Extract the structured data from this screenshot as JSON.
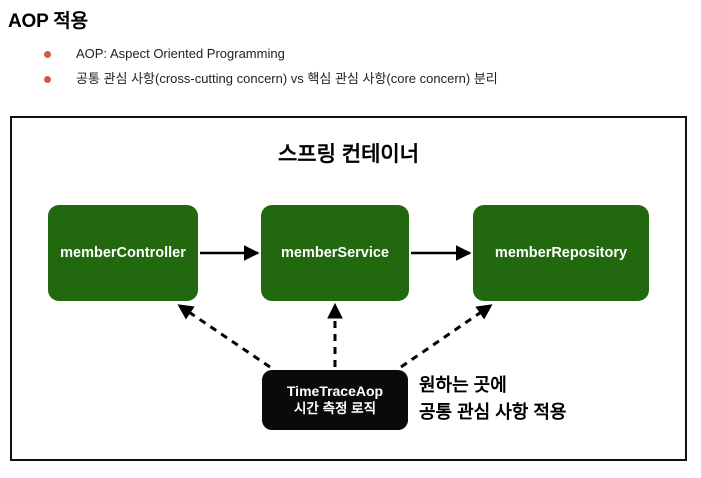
{
  "slide": {
    "title": "AOP 적용",
    "bullets": [
      {
        "marker": "bullet-dot",
        "text": "AOP: Aspect Oriented Programming"
      },
      {
        "marker": "bullet-dot",
        "text": "공통 관심 사항(cross-cutting concern) vs 핵심 관심 사항(core concern) 분리"
      }
    ]
  },
  "diagram": {
    "container_label": "스프링 컨테이너",
    "beans": [
      {
        "id": "memberController",
        "label": "memberController"
      },
      {
        "id": "memberService",
        "label": "memberService"
      },
      {
        "id": "memberRepository",
        "label": "memberRepository"
      }
    ],
    "aspect": {
      "title": "TimeTraceAop",
      "subtitle": "시간 측정 로직"
    },
    "note_line1": "원하는 곳에",
    "note_line2": "공통 관심 사항 적용",
    "solid_arrows": [
      {
        "from": "memberController",
        "to": "memberService"
      },
      {
        "from": "memberService",
        "to": "memberRepository"
      }
    ],
    "dashed_arrows": [
      {
        "from": "TimeTraceAop",
        "to": "memberController"
      },
      {
        "from": "TimeTraceAop",
        "to": "memberService"
      },
      {
        "from": "TimeTraceAop",
        "to": "memberRepository"
      }
    ]
  },
  "colors": {
    "bean_green": "#22680f",
    "aspect_black": "#0a0a0a",
    "bullet_red": "#d9534f",
    "frame_border": "#111111",
    "bean_text": "#ffffff",
    "body_text": "#222222"
  }
}
